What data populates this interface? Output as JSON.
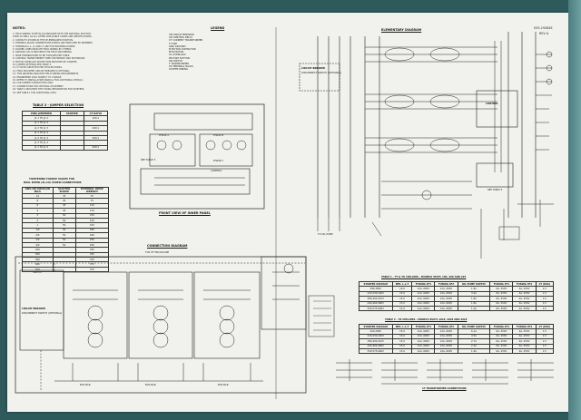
{
  "document": {
    "part_number": "035-19284E",
    "revision": "REV A"
  },
  "notes": {
    "title": "NOTES:",
    "lines": [
      "1. FIELD WIRING TO BE IN ACCORDANCE WITH THE NATIONAL ELECTRIC",
      "   CODE AS WELL AS ALL OTHER APPLICABLE CODES AND SPECIFICATIONS.",
      "2. CONTACTS SHOWN IN THE DE-ENERGIZED POSITION.",
      "3. TERMINAL BLOCK CONNECTIONS POINTS ARE INDICATED BY NUMBERS.",
      "4. TERMINALS L1, L2 AND L3 ARE FOR INCOMING POWER.",
      "5. DASHED LINES INDICATE FIELD WIRING BY OTHERS.",
      "6. GROUND LUG IS PROVIDED FOR FIELD GROUNDING.",
      "7. WIRE TERMINATIONS TO BE TORQUED PER TABLE.",
      "8. CONTROL TRANSFORMER FUSED ON PRIMARY AND SECONDARY.",
      "9. MOTOR OVERLOAD PROTECTION PROVIDED BY STARTER.",
      "10. JUMPER SETTINGS PER TABLE 3.",
      "11. CT RATIO SELECTED PER CHILLER MODEL.",
      "12. FIELD MOUNTED CIRCUIT BREAKER IS OPTIONAL.",
      "13. THIS DRAWING INCLUDES FIELD WIRING REQUIREMENTS.",
      "14. ENGINEERED DATA SUBJECT TO CHANGE.",
      "15. REFER TO INSTALLATION MANUAL FOR ADDITIONAL DETAILS.",
      "16. USE COPPER CONDUCTORS ONLY.",
      "17. CONNECTIONS FOR OPTIONAL EQUIPMENT.",
      "18. TABLE 2 PROVIDES THE FUSING INFORMATION FOR STARTERS.",
      "19. SEE TABLE 1 FOR ADDITIONAL DATA."
    ]
  },
  "legend": {
    "title": "LEGEND",
    "items": [
      "CB    CIRCUIT BREAKER",
      "CR    CONTROL RELAY",
      "CT    CURRENT TRANSFORMER",
      "F     FUSE",
      "GND   GROUND",
      "M     MOTOR CONTACTOR",
      "MTR   MOTOR",
      "OL    OVERLOAD",
      "PB    PUSH BUTTON",
      "SW    SWITCH",
      "T     TRANSFORMER",
      "TB    TERMINAL BLOCK",
      "SYSTEM WIRING"
    ]
  },
  "table3": {
    "title": "TABLE 3 - JUMPER SELECTION",
    "headers": [
      "PINS JUMPERED",
      "STARTER",
      "CT RATIO"
    ],
    "rows": [
      [
        "J1  1 TO J1  2",
        "",
        "100:1"
      ],
      [
        "J1  1 TO J1  3",
        "",
        ""
      ],
      [
        "J1  2 TO J1  3",
        "",
        "200:1"
      ],
      [
        "J1  1 TO J1  4",
        "",
        ""
      ],
      [
        "J1  2 TO J1  4",
        "",
        "300:1"
      ],
      [
        "J1  3 TO J1  4",
        "",
        ""
      ],
      [
        "J1  1 TO J1  5",
        "",
        "400:1"
      ]
    ]
  },
  "torque_table": {
    "title": "TIGHTENING TORQUE VALUES FOR",
    "subtitle": "DUAL RATED (AL-CU) SCREW CONNECTIONS",
    "headers": [
      "AWG OR CIRCULAR MILS",
      "SLOTTED SCREW",
      "EXTERNAL DRIVE WRENCH"
    ],
    "rows": [
      [
        "14",
        "35",
        "75"
      ],
      [
        "8",
        "40",
        "75"
      ],
      [
        "6",
        "45",
        "110"
      ],
      [
        "4",
        "45",
        "110"
      ],
      [
        "3",
        "50",
        "150"
      ],
      [
        "2",
        "50",
        "150"
      ],
      [
        "1",
        "50",
        "150"
      ],
      [
        "1/0",
        "50",
        "180"
      ],
      [
        "2/0",
        "50",
        "180"
      ],
      [
        "3/0",
        "50",
        "250"
      ],
      [
        "4/0",
        "50",
        "250"
      ],
      [
        "250",
        "",
        "325"
      ],
      [
        "300",
        "",
        "325"
      ],
      [
        "350",
        "",
        "375"
      ],
      [
        "400",
        "",
        "375"
      ],
      [
        "500",
        "",
        "375"
      ]
    ]
  },
  "diagrams": {
    "front_view": "FRONT VIEW OF INNER PANEL",
    "connection": "CONNECTION DIAGRAM",
    "top_of_enclosure": "TOP OF ENCLOSURE",
    "elementary": "ELEMENTARY DIAGRAM",
    "circuit_breaker": "CIRCUIT BREAKER",
    "circuit_breaker_sub": "DISCONNECT SWITCH (OPTIONAL)",
    "control": "CONTROL",
    "see_table": "SEE TABLE 3",
    "to_oil_pump": "TO OIL PUMP",
    "phase_a": "PHASE A",
    "phase_b": "PHASE B",
    "phase_c": "PHASE C",
    "bus_bar": "BUS BAR",
    "switch": "SWITCH",
    "transformer_connections": "1T TRANSFORMER CONNECTIONS"
  },
  "table1": {
    "title": "TABLE 1 - YT & YK CHILLERS - MODELS SSVTL 180, 200 AND 225",
    "headers": [
      "STARTER VOLTAGE",
      "RES. L.L.T",
      "FUSING 2F1",
      "FUSING 2F2",
      "OIL PUMP SUPPLY",
      "FUSING 3F1",
      "FUSING 3F2",
      "1T (KVA)"
    ],
    "rows": [
      [
        "380,380V",
        "10.0",
        "12A, 600V",
        "12A, 600V",
        "1.8A",
        "6A, 250V",
        "4A, 250V",
        "1.5"
      ],
      [
        "220,230,240V",
        "15.0",
        "12A, 600V",
        "12A, 600V",
        "3.4A",
        "6A, 250V",
        "4A, 250V",
        "1.5"
      ],
      [
        "380,400,415V",
        "15.0",
        "12A, 600V",
        "12A, 600V",
        "1.8A",
        "6A, 250V",
        "4A, 250V",
        "1.5"
      ],
      [
        "440,460,480V",
        "15.0",
        "12A, 600V",
        "12A, 600V",
        "1.8A",
        "6A, 250V",
        "4A, 250V",
        "1.5"
      ],
      [
        "550,575,600V",
        "15.0",
        "12A, 600V",
        "12A, 600V",
        "1.2A",
        "6A, 250V",
        "4A, 250V",
        "1.5"
      ]
    ]
  },
  "table2": {
    "title": "TABLE 2 - YK CHILLERS - MODELS SSVTL 16LE, 20LE AND 26LE",
    "headers": [
      "STARTER VOLTAGE",
      "RES. L.L.T",
      "FUSING 2F1",
      "FUSING 2F2",
      "OIL PUMP SUPPLY",
      "FUSING 3F1",
      "FUSING 3F2",
      "1T (KVA)"
    ],
    "rows": [
      [
        "200,208V",
        "15.0",
        "12A, 600V",
        "12A, 600V",
        "6.1A",
        "6A, 250V",
        "4A, 250V",
        "1.5"
      ],
      [
        "220,230,240V",
        "15.0",
        "12A, 600V",
        "12A, 600V",
        "4.5A",
        "6A, 250V",
        "4A, 250V",
        "1.5"
      ],
      [
        "380,400,415V",
        "15.0",
        "12A, 600V",
        "12A, 600V",
        "2.7A",
        "6A, 250V",
        "4A, 250V",
        "1.5"
      ],
      [
        "440,460,480V",
        "15.0",
        "12A, 600V",
        "12A, 600V",
        "2.4A",
        "6A, 250V",
        "4A, 250V",
        "1.5"
      ],
      [
        "550,575,600V",
        "15.0",
        "12A, 600V",
        "12A, 600V",
        "1.9A",
        "6A, 250V",
        "4A, 250V",
        "1.5"
      ]
    ]
  }
}
